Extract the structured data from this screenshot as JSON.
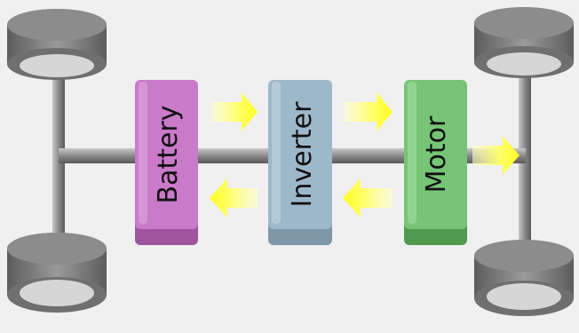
{
  "components": [
    {
      "id": "battery",
      "label": "Battery",
      "color": "#c97ac9",
      "shade": "#9e559e"
    },
    {
      "id": "inverter",
      "label": "Inverter",
      "color": "#9db8c9",
      "shade": "#7f97a6"
    },
    {
      "id": "motor",
      "label": "Motor",
      "color": "#76c576",
      "shade": "#4f9a4f"
    }
  ],
  "colors": {
    "background": "#f0f0f0",
    "tire": "#7a7a7a",
    "rim": "#d6d6d6",
    "axle": "#8a8a8a",
    "arrow": "#ffff33"
  },
  "icons": [
    "wheel-icon",
    "energy-flow-arrow-icon"
  ]
}
